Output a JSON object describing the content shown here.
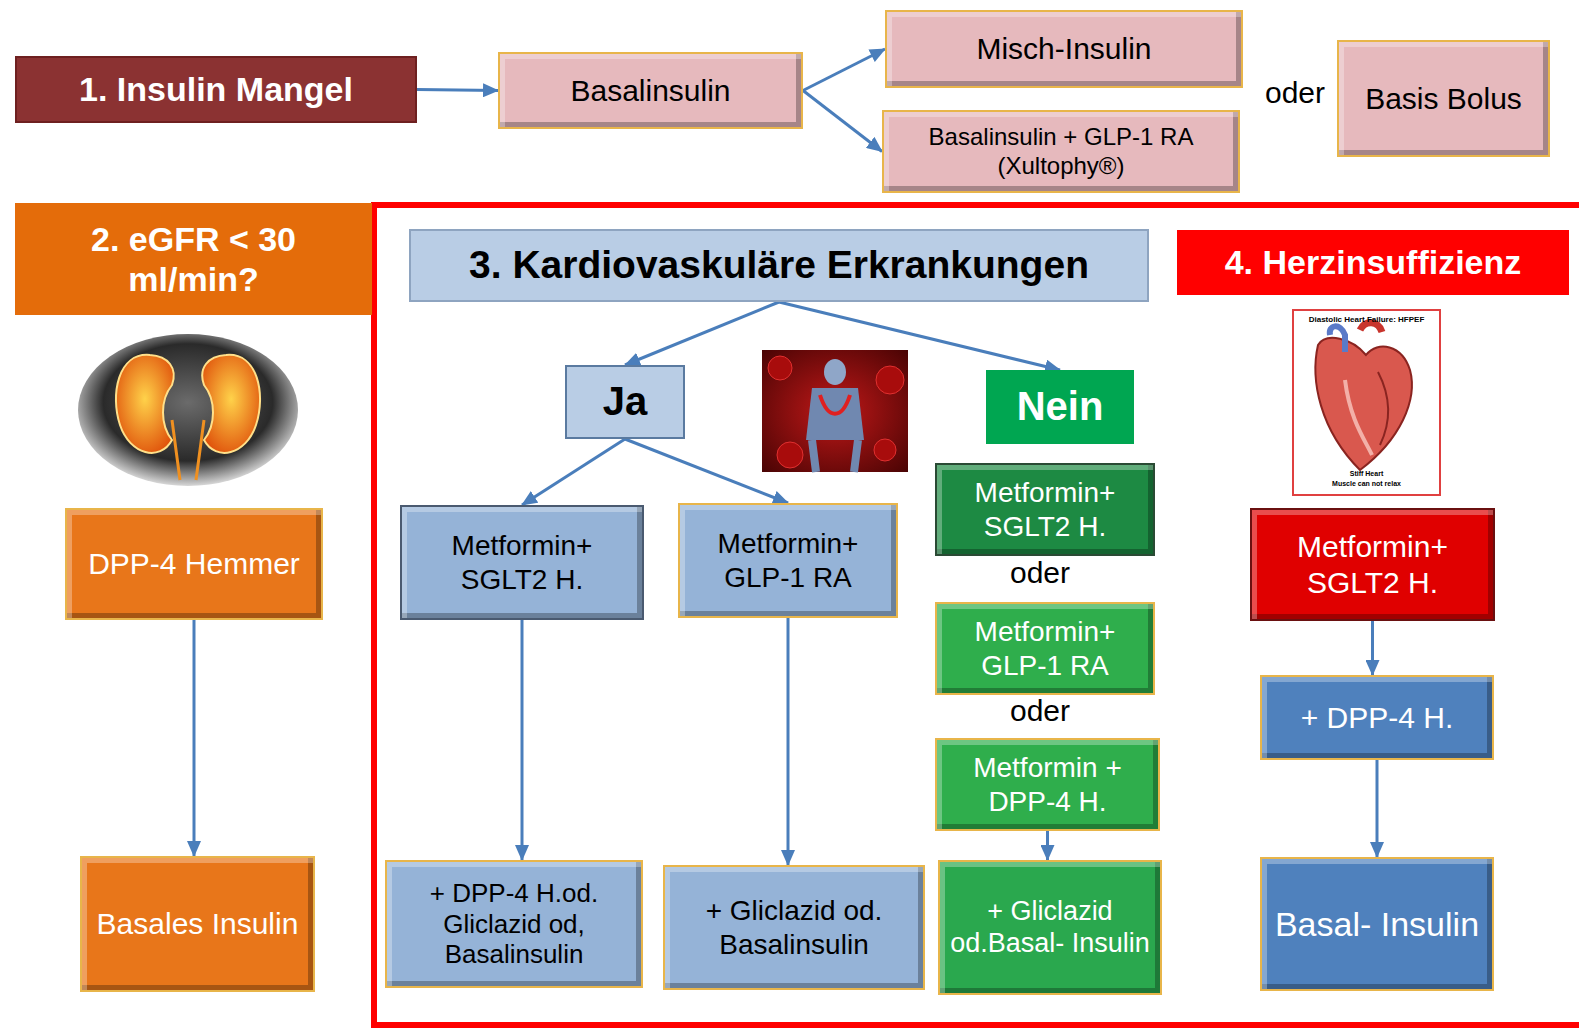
{
  "diagram": {
    "nodes": [
      {
        "text": [
          "1. Insulin Mangel"
        ]
      },
      {
        "text": [
          "Basalinsulin"
        ]
      },
      {
        "text": [
          "Misch-Insulin"
        ]
      },
      {
        "text": [
          "Basalinsulin + GLP-1 RA (Xultophy®)"
        ]
      },
      {
        "text": [
          "Basis Bolus"
        ]
      },
      {
        "text": [
          "2. eGFR < 30 ml/min?"
        ]
      },
      {
        "text": [
          "DPP-4 Hemmer"
        ]
      },
      {
        "text": [
          "Basales Insulin"
        ]
      },
      {
        "text": [
          "3. Kardiovaskuläre Erkrankungen"
        ]
      },
      {
        "text": [
          "Ja"
        ]
      },
      {
        "text": [
          "Nein"
        ]
      },
      {
        "text": [
          "Metformin+ SGLT2 H."
        ]
      },
      {
        "text": [
          "Metformin+ GLP-1 RA"
        ]
      },
      {
        "text": [
          "Metformin+ SGLT2 H."
        ]
      },
      {
        "text": [
          "Metformin+ GLP-1 RA"
        ]
      },
      {
        "text": [
          "Metformin + DPP-4 H."
        ]
      },
      {
        "text": [
          "+ DPP-4 H.od. Gliclazid od, Basalinsulin"
        ]
      },
      {
        "text": [
          "+ Gliclazid od. Basalinsulin"
        ]
      },
      {
        "text": [
          "+ Gliclazid od.Basal- Insulin"
        ]
      },
      {
        "text": [
          "4. Herzinsuffizienz"
        ]
      },
      {
        "text": [
          "Metformin+ SGLT2 H."
        ]
      },
      {
        "text": [
          "+ DPP-4 H."
        ]
      },
      {
        "text": [
          "Basal- Insulin"
        ]
      }
    ],
    "edges": [
      {
        "from": 0,
        "to": 1,
        "arrow": "to"
      },
      {
        "from": 1,
        "to": 2,
        "arrow": "to"
      },
      {
        "from": 1,
        "to": 3,
        "arrow": "to"
      },
      {
        "from": 6,
        "to": 7,
        "arrow": "to"
      },
      {
        "from": 8,
        "to": 9,
        "arrow": "to"
      },
      {
        "from": 8,
        "to": 10,
        "arrow": "to"
      },
      {
        "from": 9,
        "to": 11,
        "arrow": "to"
      },
      {
        "from": 9,
        "to": 12,
        "arrow": "to"
      },
      {
        "from": 11,
        "to": 16,
        "arrow": "to"
      },
      {
        "from": 12,
        "to": 17,
        "arrow": "to"
      },
      {
        "from": 15,
        "to": 18,
        "arrow": "to"
      },
      {
        "from": 20,
        "to": 21,
        "arrow": "to"
      },
      {
        "from": 21,
        "to": 22,
        "arrow": "to"
      }
    ],
    "labels": [
      "oder",
      "oder",
      "oder",
      "Diastolic Heart Failure: HFPEF",
      "Stiff Heart",
      "Muscle can not relax"
    ]
  }
}
